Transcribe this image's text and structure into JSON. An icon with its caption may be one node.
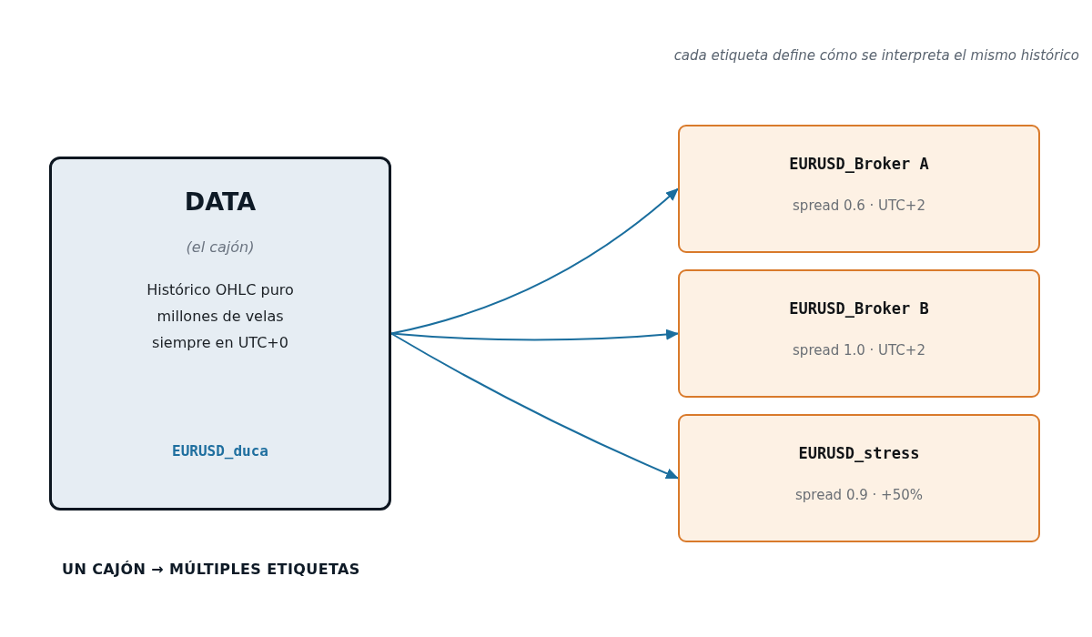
{
  "diagram": {
    "caption": "UN CAJÓN → MÚLTIPLES ETIQUETAS",
    "nodes": [
      {
        "text": [
          "DATA",
          "(el cajón)",
          "Histórico OHLC puro millones de velas siempre en UTC+0",
          "EURUSD_duca"
        ]
      },
      {
        "text": [
          "EURUSD_Broker A",
          "spread 0.6 · UTC+2"
        ]
      },
      {
        "text": [
          "EURUSD_Broker B",
          "spread 1.0 · UTC+2"
        ]
      },
      {
        "text": [
          "EURUSD_stress",
          "spread 0.9 · +50%"
        ]
      }
    ],
    "edges": [
      {
        "from": 0,
        "to": 1,
        "arrow": "to"
      },
      {
        "from": 0,
        "to": 2,
        "arrow": "to"
      },
      {
        "from": 0,
        "to": 3,
        "arrow": "to"
      }
    ],
    "labels": [
      "cada etiqueta define cómo se interpreta el mismo histórico"
    ]
  }
}
